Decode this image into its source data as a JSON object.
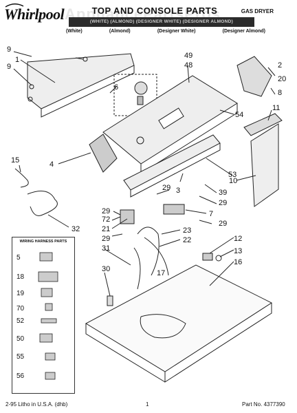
{
  "header": {
    "brand": "Whirlpool",
    "title": "TOP AND CONSOLE PARTS",
    "product": "GAS DRYER",
    "models_line": "(WHITE) (ALMOND) (DESIGNER WHITE) (DESIGNER ALMOND)",
    "colors": [
      "(White)",
      "(Almond)",
      "(Designer White)",
      "(Designer Almond)"
    ]
  },
  "watermark": "AppliancePartsPros",
  "callouts": [
    "9",
    "1",
    "9",
    "6",
    "49",
    "48",
    "2",
    "20",
    "8",
    "11",
    "54",
    "15",
    "4",
    "53",
    "10",
    "3",
    "29",
    "39",
    "29",
    "29",
    "32",
    "72",
    "7",
    "29",
    "21",
    "23",
    "29",
    "22",
    "31",
    "12",
    "13",
    "17",
    "30",
    "16"
  ],
  "wiring_box": {
    "title": "WIRING HARNESS PARTS",
    "items": [
      "5",
      "18",
      "19",
      "70",
      "52",
      "50",
      "55",
      "56"
    ]
  },
  "footer": {
    "left": "2-95 Litho in U.S.A. (dhb)",
    "center": "1",
    "right": "Part No. 4377390"
  }
}
